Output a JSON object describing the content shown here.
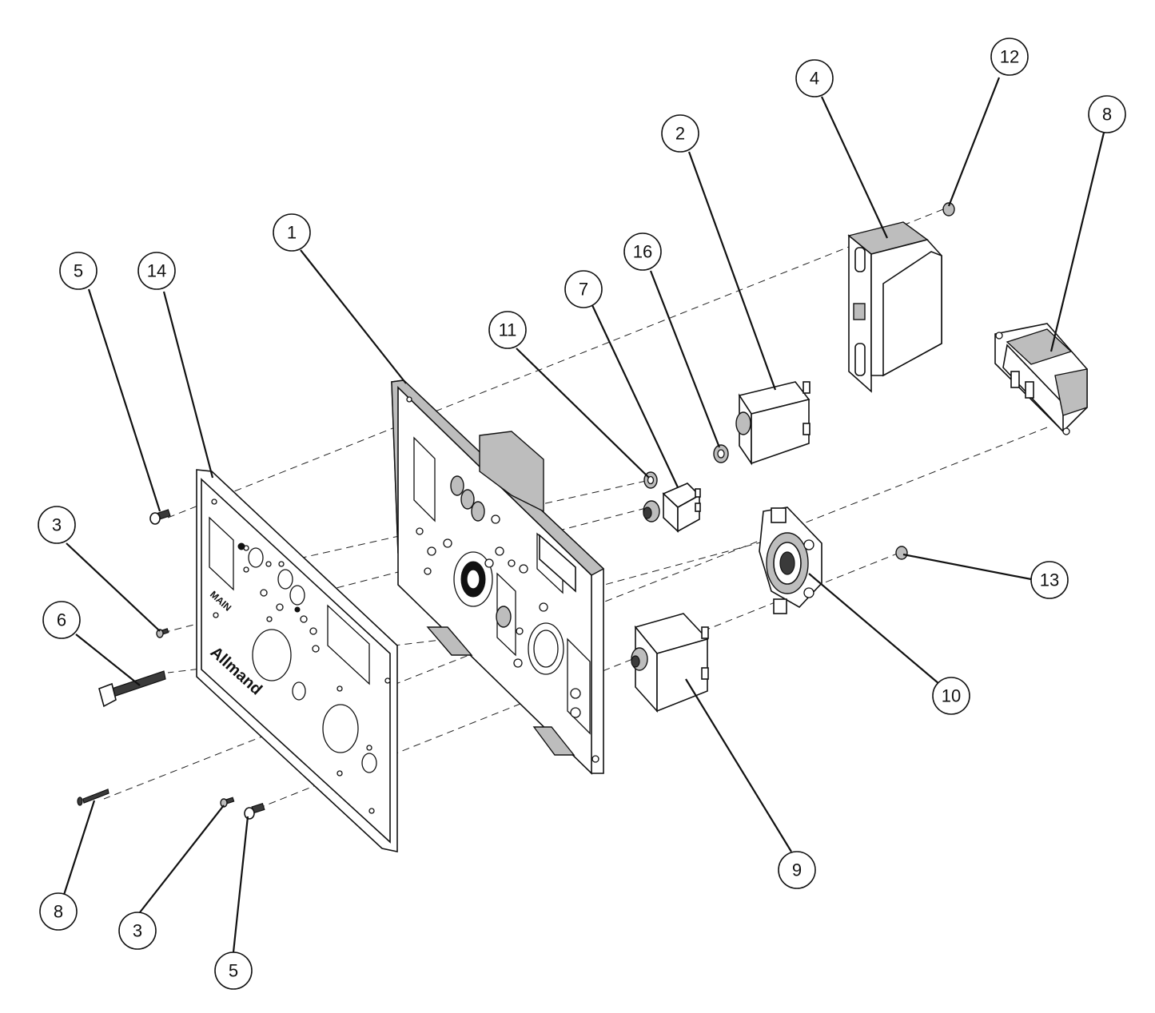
{
  "callouts": [
    {
      "id": "c1",
      "label": "1"
    },
    {
      "id": "c2",
      "label": "2"
    },
    {
      "id": "c3a",
      "label": "3"
    },
    {
      "id": "c3b",
      "label": "3"
    },
    {
      "id": "c4",
      "label": "4"
    },
    {
      "id": "c5a",
      "label": "5"
    },
    {
      "id": "c5b",
      "label": "5"
    },
    {
      "id": "c6",
      "label": "6"
    },
    {
      "id": "c7",
      "label": "7"
    },
    {
      "id": "c8a",
      "label": "8"
    },
    {
      "id": "c8b",
      "label": "8"
    },
    {
      "id": "c9",
      "label": "9"
    },
    {
      "id": "c10",
      "label": "10"
    },
    {
      "id": "c11",
      "label": "11"
    },
    {
      "id": "c12",
      "label": "12"
    },
    {
      "id": "c13",
      "label": "13"
    },
    {
      "id": "c14",
      "label": "14"
    },
    {
      "id": "c16",
      "label": "16"
    }
  ],
  "panel_text": {
    "brand": "Allmand",
    "main": "MAIN"
  },
  "colors": {
    "line": "#111111",
    "background": "#ffffff",
    "shade": "#bdbdbd"
  }
}
